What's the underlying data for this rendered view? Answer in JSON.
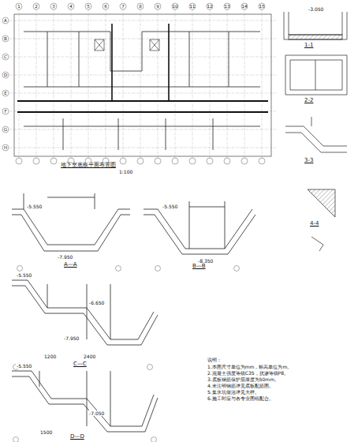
{
  "diagram": {
    "title": "地下室底板平面布置图",
    "labels": [
      "1",
      "2",
      "3",
      "4",
      "5",
      "6",
      "7",
      "8",
      "9",
      "10",
      "11",
      "12",
      "13",
      "14",
      "15",
      "A",
      "B",
      "C",
      "D",
      "E",
      "F",
      "G",
      "H",
      "1:100",
      "1-1",
      "2-2",
      "3-3",
      "4-4",
      "A—A",
      "B—B",
      "C—C",
      "D—D",
      "-5.550",
      "-7.950",
      "-5.550",
      "-8.350",
      "-5.550",
      "-6.650",
      "-7.950",
      "-5.550",
      "-7.050",
      "-3.050",
      "说明：",
      "1.本图尺寸单位为mm，标高单位为m。",
      "2.混凝土强度等级C35，抗渗等级P8。",
      "3.底板钢筋保护层厚度为50mm。",
      "4.未注明钢筋详见底板配筋图。",
      "5.集水坑做法详见大样。",
      "6.施工时应与各专业图纸配合。",
      "1200",
      "2400",
      "1500"
    ]
  }
}
